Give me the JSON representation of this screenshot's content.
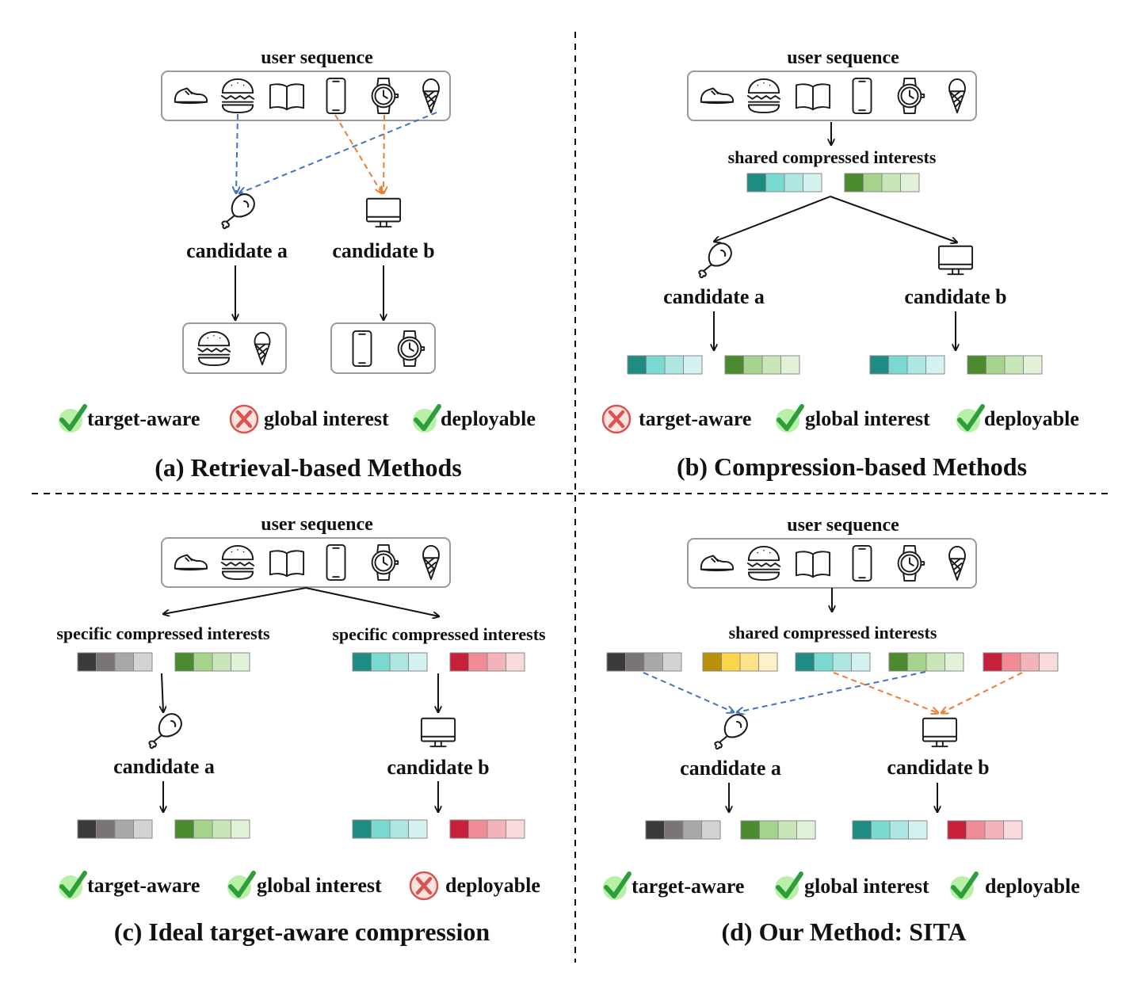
{
  "labels": {
    "user_sequence": "user sequence",
    "shared_compressed_interests": "shared compressed interests",
    "specific_compressed_interests": "specific compressed interests",
    "candidate_a": "candidate a",
    "candidate_b": "candidate b",
    "target_aware": "target-aware",
    "global_interest": "global interest",
    "deployable": "deployable"
  },
  "panels": {
    "a": {
      "title": "(a) Retrieval-based Methods",
      "target_aware": "check",
      "global_interest": "cross",
      "deployable": "check"
    },
    "b": {
      "title": "(b) Compression-based Methods",
      "target_aware": "cross",
      "global_interest": "check",
      "deployable": "check"
    },
    "c": {
      "title": "(c) Ideal target-aware compression",
      "target_aware": "check",
      "global_interest": "check",
      "deployable": "cross"
    },
    "d": {
      "title": "(d) Our Method: SITA",
      "target_aware": "check",
      "global_interest": "check",
      "deployable": "check"
    }
  },
  "sequence_icons": [
    "sneaker-icon",
    "burger-icon",
    "book-icon",
    "phone-icon",
    "watch-icon",
    "ice-cream-icon"
  ],
  "candidate_icons": {
    "a": "drumstick-icon",
    "b": "monitor-icon"
  },
  "palettes": {
    "gray": [
      "#3a3a3a",
      "#7a7474",
      "#a9a9a9",
      "#d3d3d3"
    ],
    "teal": [
      "#1e8c82",
      "#7ad9d0",
      "#aee6e1",
      "#d4f2ef"
    ],
    "green": [
      "#4c8a2f",
      "#a6d48c",
      "#c8e6b8",
      "#e2f2d8"
    ],
    "yellow": [
      "#b8900a",
      "#fbd44a",
      "#fce38a",
      "#fdf1c8"
    ],
    "red": [
      "#c8203a",
      "#ef8c96",
      "#f3b3ba",
      "#f9dadd"
    ]
  },
  "colors": {
    "blue_arrow": "#4472c4",
    "orange_arrow": "#ed7d31",
    "check": "#2e9e3b",
    "check_bg": "#b8f0a8",
    "cross": "#d9534f",
    "cross_bg": "#fde3e0"
  }
}
